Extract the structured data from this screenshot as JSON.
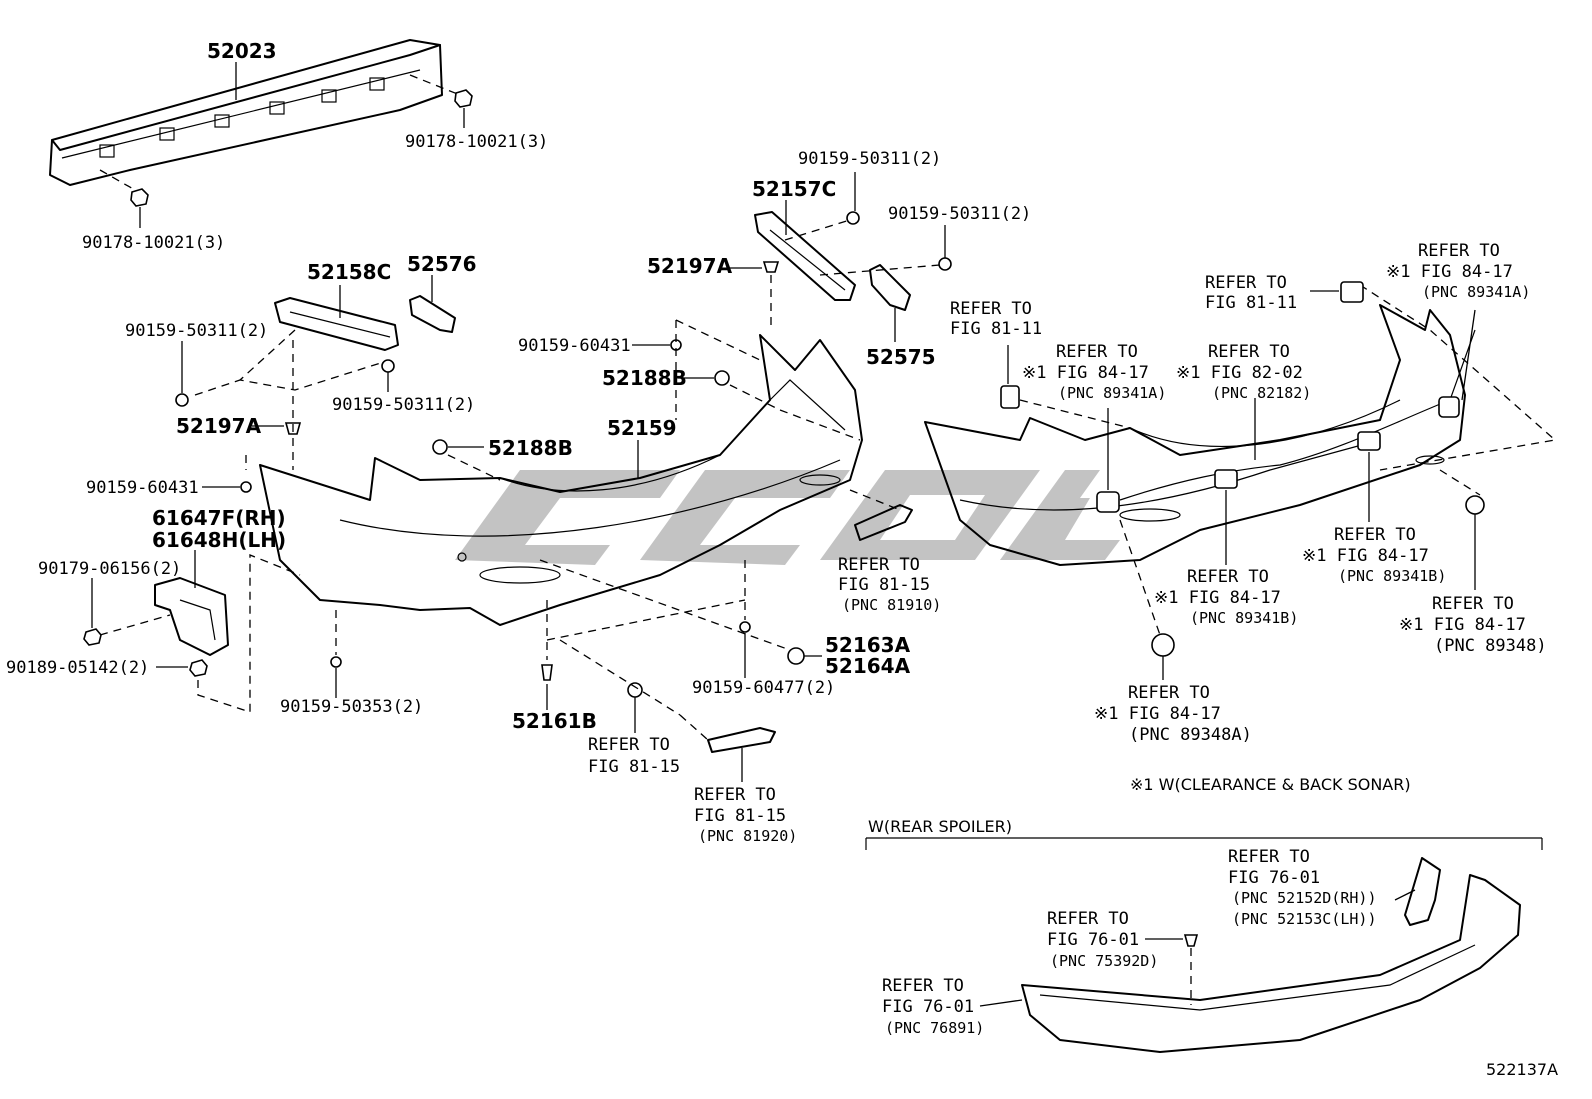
{
  "part_numbers": {
    "reinforcement": "52023",
    "nut_upper_right": "90178-10021(3)",
    "nut_lower_left": "90178-10021(3)",
    "retainer_rear_right": "52157C",
    "screw_top_a": "90159-50311(2)",
    "screw_top_b": "90159-50311(2)",
    "clip_52197A_upper": "52197A",
    "spacer_52575": "52575",
    "retainer_left": "52158C",
    "support_52576": "52576",
    "screw_left_a": "90159-50311(2)",
    "screw_left_b": "90159-50311(2)",
    "clip_52197A_lower": "52197A",
    "screw_60431_a": "90159-60431",
    "screw_60431_b": "90159-60431",
    "clip_52188B_a": "52188B",
    "clip_52188B_b": "52188B",
    "bumper_cover": "52159",
    "bracket_rh": "61647F(RH)",
    "bracket_lh": "61648H(LH)",
    "bolt_06156": "90179-06156(2)",
    "nut_05142": "90189-05142(2)",
    "screw_50353": "90159-50353(2)",
    "clip_52161B": "52161B",
    "screw_60477": "90159-60477(2)",
    "cap_52163A": "52163A",
    "cap_52164A": "52164A"
  },
  "refs": {
    "reflector_r_1": "REFER TO",
    "reflector_r_2": "FIG 81-15",
    "reflector_r_3": "(PNC 81910)",
    "lamp_l_1": "REFER TO",
    "lamp_l_2": "FIG 81-15",
    "reflector_l_1": "REFER TO",
    "reflector_l_2": "FIG 81-15",
    "reflector_l_3": "(PNC 81920)",
    "sonar_fig8111_a_1": "REFER TO",
    "sonar_fig8111_a_2": "FIG 81-11",
    "sonar_fig8111_b_1": "REFER TO",
    "sonar_fig8111_b_2": "FIG 81-11",
    "sensor_341a_left_1": "REFER TO",
    "sensor_341a_left_2": "※1 FIG 84-17",
    "sensor_341a_left_3": "(PNC 89341A)",
    "wire_82182_1": "REFER TO",
    "wire_82182_2": "※1 FIG 82-02",
    "wire_82182_3": "(PNC 82182)",
    "sensor_341a_right_1": "REFER TO",
    "sensor_341a_right_2": "※1 FIG 84-17",
    "sensor_341a_right_3": "(PNC 89341A)",
    "sensor_341b_right_1": "REFER TO",
    "sensor_341b_right_2": "※1 FIG 84-17",
    "sensor_341b_right_3": "(PNC 89341B)",
    "sensor_341b_mid_1": "REFER TO",
    "sensor_341b_mid_2": "※1 FIG 84-17",
    "sensor_341b_mid_3": "(PNC 89341B)",
    "retainer_89348_1": "REFER TO",
    "retainer_89348_2": "※1 FIG 84-17",
    "retainer_89348_3": "(PNC 89348)",
    "retainer_89348a_1": "REFER TO",
    "retainer_89348a_2": "※1 FIG 84-17",
    "retainer_89348a_3": "(PNC 89348A)",
    "spoiler_bracket_1": "REFER TO",
    "spoiler_bracket_2": "FIG 76-01",
    "spoiler_bracket_3": "(PNC 52152D(RH))",
    "spoiler_bracket_4": "(PNC 52153C(LH))",
    "spoiler_clip_1": "REFER TO",
    "spoiler_clip_2": "FIG 76-01",
    "spoiler_clip_3": "(PNC 75392D)",
    "spoiler_1": "REFER TO",
    "spoiler_2": "FIG 76-01",
    "spoiler_3": "(PNC 76891)"
  },
  "notes": {
    "sonar_footnote": "※1 W(CLEARANCE & BACK SONAR)",
    "spoiler_section": "W(REAR SPOILER)",
    "figure_id": "522137A"
  }
}
